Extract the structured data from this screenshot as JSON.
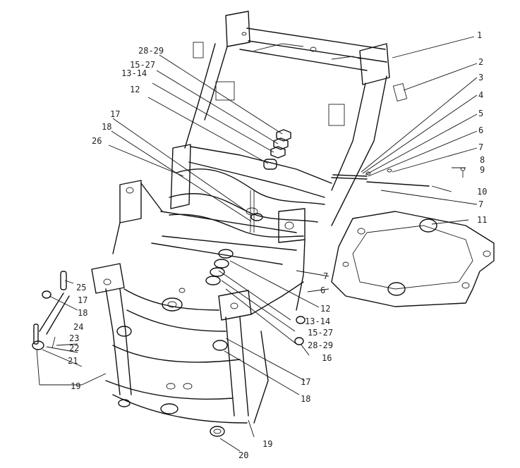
{
  "callouts": [
    {
      "id": "1",
      "text": "1"
    },
    {
      "id": "2",
      "text": "2"
    },
    {
      "id": "3",
      "text": "3"
    },
    {
      "id": "4",
      "text": "4"
    },
    {
      "id": "5",
      "text": "5"
    },
    {
      "id": "6a",
      "text": "6"
    },
    {
      "id": "7a",
      "text": "7"
    },
    {
      "id": "8",
      "text": "8"
    },
    {
      "id": "9",
      "text": "9"
    },
    {
      "id": "10",
      "text": "10"
    },
    {
      "id": "7b",
      "text": "7"
    },
    {
      "id": "11",
      "text": "11"
    },
    {
      "id": "28-29a",
      "text": "28-29"
    },
    {
      "id": "15-27a",
      "text": "15-27"
    },
    {
      "id": "13-14a",
      "text": "13-14"
    },
    {
      "id": "12a",
      "text": "12"
    },
    {
      "id": "17a",
      "text": "17"
    },
    {
      "id": "18a",
      "text": "18"
    },
    {
      "id": "26",
      "text": "26"
    },
    {
      "id": "25",
      "text": "25"
    },
    {
      "id": "24",
      "text": "24"
    },
    {
      "id": "17b",
      "text": "17"
    },
    {
      "id": "18b",
      "text": "18"
    },
    {
      "id": "23",
      "text": "23"
    },
    {
      "id": "22",
      "text": "22"
    },
    {
      "id": "21",
      "text": "21"
    },
    {
      "id": "19a",
      "text": "19"
    },
    {
      "id": "7c",
      "text": "7"
    },
    {
      "id": "6b",
      "text": "6"
    },
    {
      "id": "12b",
      "text": "12"
    },
    {
      "id": "13-14b",
      "text": "13-14"
    },
    {
      "id": "15-27b",
      "text": "15-27"
    },
    {
      "id": "28-29b",
      "text": "28-29"
    },
    {
      "id": "16",
      "text": "16"
    },
    {
      "id": "17c",
      "text": "17"
    },
    {
      "id": "18c",
      "text": "18"
    },
    {
      "id": "19b",
      "text": "19"
    },
    {
      "id": "20",
      "text": "20"
    }
  ]
}
